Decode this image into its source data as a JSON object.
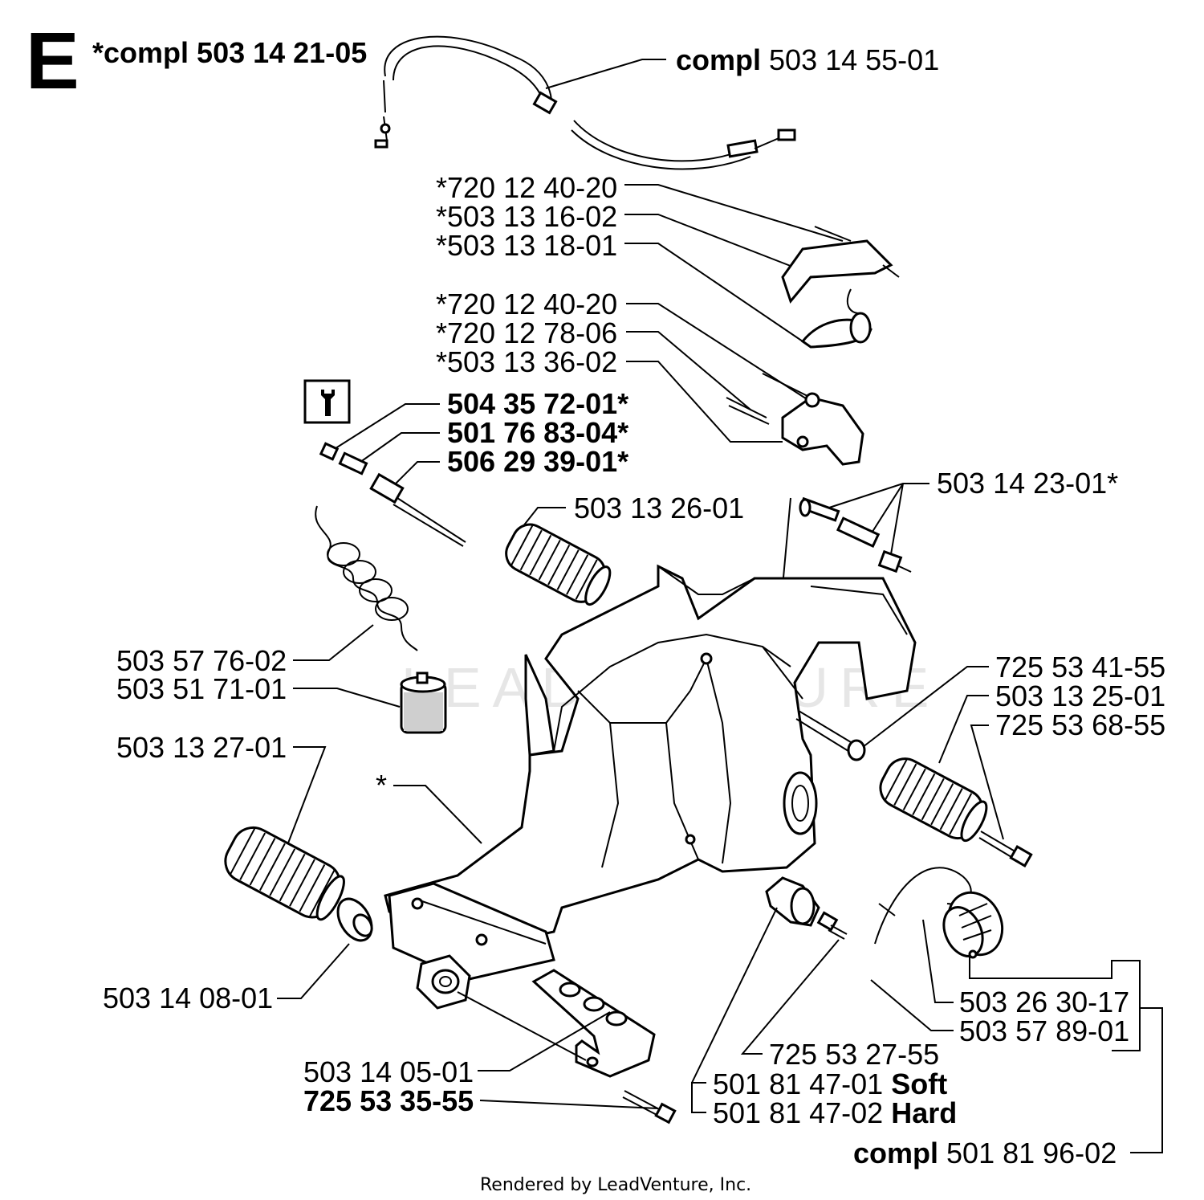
{
  "section_letter": "E",
  "watermark": "LEADVENTURE",
  "footer": "Rendered by LeadVenture, Inc.",
  "header_label": {
    "prefix": "*compl",
    "number": "503 14 21-05"
  },
  "labels": {
    "throttle_cable": {
      "bold": "compl",
      "number": "503 14 55-01"
    },
    "top_group": [
      "*720 12 40-20",
      "*503 13 16-02",
      "*503 13 18-01"
    ],
    "mid_group": [
      "*720 12 40-20",
      "*720 12 78-06",
      "*503 13 36-02"
    ],
    "tool_group": [
      "504 35 72-01*",
      "501 76 83-04*",
      "506 29 39-01*"
    ],
    "screw_kit": "503 14 23-01*",
    "av_top": "503 13 26-01",
    "spring_hose": "503 57 76-02",
    "filter": "503 51 71-01",
    "av_left": "503 13 27-01",
    "tank_asterisk": "*",
    "right_group": [
      "725 53 41-55",
      "503 13 25-01",
      "725 53 68-55"
    ],
    "washer": "503 14 08-01",
    "bracket": "503 14 05-01",
    "bracket_screw": "725 53 35-55",
    "small_screw": "725 53 27-55",
    "buffer_soft": {
      "number": "501 81 47-01",
      "suffix": "Soft"
    },
    "buffer_hard": {
      "number": "501 81 47-02",
      "suffix": "Hard"
    },
    "cap_group": [
      "503 26 30-17",
      "503 57 89-01"
    ],
    "cap_compl": {
      "bold": "compl",
      "number": "501 81 96-02"
    }
  }
}
